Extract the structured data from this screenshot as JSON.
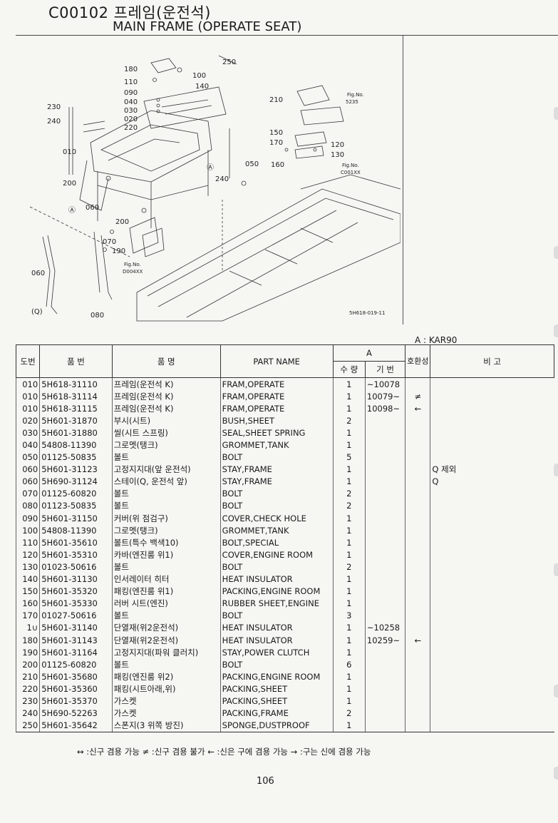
{
  "header": {
    "code_title": "C00102  프레임(운전석)",
    "sub_title": "MAIN FRAME (OPERATE SEAT)"
  },
  "figure": {
    "callouts": [
      "180",
      "110",
      "090",
      "040",
      "030",
      "020",
      "220",
      "230",
      "240",
      "010",
      "200",
      "060",
      "070",
      "190",
      "100",
      "140",
      "250",
      "210",
      "150",
      "170",
      "160",
      "120",
      "130",
      "050",
      "240",
      "200",
      "080"
    ],
    "circle_a": "A",
    "q_label": "(Q)",
    "fig_refs": [
      "Fig.No. 5235",
      "Fig.No. C001XX",
      "Fig.No. D004XX"
    ],
    "drawing_no": "5H618-019-11"
  },
  "applicability": "A : KAR90",
  "table": {
    "headers": {
      "no": "도번",
      "part_no": "품    번",
      "name_kr": "품        명",
      "name_en": "PART  NAME",
      "group_a": "A",
      "qty": "수 량",
      "serial": "기 번",
      "compat": "호환성",
      "remarks": "비        고"
    },
    "rows": [
      {
        "no": "010",
        "part_no": "5H618-31110",
        "name_kr": "프레임(운전석 K)",
        "name_en": "FRAM,OPERATE",
        "qty": "1",
        "serial": "~10078",
        "compat": "",
        "remarks": ""
      },
      {
        "no": "010",
        "part_no": "5H618-31114",
        "name_kr": "프레임(운전석 K)",
        "name_en": "FRAM,OPERATE",
        "qty": "1",
        "serial": "10079~",
        "compat": "≠",
        "remarks": ""
      },
      {
        "no": "010",
        "part_no": "5H618-31115",
        "name_kr": "프레임(운전석 K)",
        "name_en": "FRAM,OPERATE",
        "qty": "1",
        "serial": "10098~",
        "compat": "←",
        "remarks": ""
      },
      {
        "no": "020",
        "part_no": "5H601-31870",
        "name_kr": "부시(시트)",
        "name_en": "BUSH,SHEET",
        "qty": "2",
        "serial": "",
        "compat": "",
        "remarks": ""
      },
      {
        "no": "030",
        "part_no": "5H601-31880",
        "name_kr": "씰(시트 스프링)",
        "name_en": "SEAL,SHEET SPRING",
        "qty": "1",
        "serial": "",
        "compat": "",
        "remarks": ""
      },
      {
        "no": "040",
        "part_no": "54808-11390",
        "name_kr": "그로멧(탱크)",
        "name_en": "GROMMET,TANK",
        "qty": "1",
        "serial": "",
        "compat": "",
        "remarks": ""
      },
      {
        "no": "050",
        "part_no": "01125-50835",
        "name_kr": "볼트",
        "name_en": "BOLT",
        "qty": "5",
        "serial": "",
        "compat": "",
        "remarks": ""
      },
      {
        "no": "060",
        "part_no": "5H601-31123",
        "name_kr": "고정지지대(앞 운전석)",
        "name_en": "STAY,FRAME",
        "qty": "1",
        "serial": "",
        "compat": "",
        "remarks": "Q 제외"
      },
      {
        "no": "060",
        "part_no": "5H690-31124",
        "name_kr": "스테이(Q, 운전석 앞)",
        "name_en": "STAY,FRAME",
        "qty": "1",
        "serial": "",
        "compat": "",
        "remarks": "Q"
      },
      {
        "no": "070",
        "part_no": "01125-60820",
        "name_kr": "볼트",
        "name_en": "BOLT",
        "qty": "2",
        "serial": "",
        "compat": "",
        "remarks": ""
      },
      {
        "no": "080",
        "part_no": "01123-50835",
        "name_kr": "볼트",
        "name_en": "BOLT",
        "qty": "2",
        "serial": "",
        "compat": "",
        "remarks": ""
      },
      {
        "no": "090",
        "part_no": "5H601-31150",
        "name_kr": "커버(위 점검구)",
        "name_en": "COVER,CHECK HOLE",
        "qty": "1",
        "serial": "",
        "compat": "",
        "remarks": ""
      },
      {
        "no": "100",
        "part_no": "54808-11390",
        "name_kr": "그로멧(탱크)",
        "name_en": "GROMMET,TANK",
        "qty": "1",
        "serial": "",
        "compat": "",
        "remarks": ""
      },
      {
        "no": "110",
        "part_no": "5H601-35610",
        "name_kr": "볼트(특수 백색10)",
        "name_en": "BOLT,SPECIAL",
        "qty": "1",
        "serial": "",
        "compat": "",
        "remarks": ""
      },
      {
        "no": "120",
        "part_no": "5H601-35310",
        "name_kr": "카바(엔진룸 위1)",
        "name_en": "COVER,ENGINE ROOM",
        "qty": "1",
        "serial": "",
        "compat": "",
        "remarks": ""
      },
      {
        "no": "130",
        "part_no": "01023-50616",
        "name_kr": "볼트",
        "name_en": "BOLT",
        "qty": "2",
        "serial": "",
        "compat": "",
        "remarks": ""
      },
      {
        "no": "140",
        "part_no": "5H601-31130",
        "name_kr": "인서레이터 히터",
        "name_en": "HEAT INSULATOR",
        "qty": "1",
        "serial": "",
        "compat": "",
        "remarks": ""
      },
      {
        "no": "150",
        "part_no": "5H601-35320",
        "name_kr": "패킹(엔진룸 위1)",
        "name_en": "PACKING,ENGINE ROOM",
        "qty": "1",
        "serial": "",
        "compat": "",
        "remarks": ""
      },
      {
        "no": "160",
        "part_no": "5H601-35330",
        "name_kr": "러버 시트(엔진)",
        "name_en": "RUBBER SHEET,ENGINE",
        "qty": "1",
        "serial": "",
        "compat": "",
        "remarks": ""
      },
      {
        "no": "170",
        "part_no": "01027-50616",
        "name_kr": "볼트",
        "name_en": "BOLT",
        "qty": "3",
        "serial": "",
        "compat": "",
        "remarks": ""
      },
      {
        "no": "1∪",
        "part_no": "5H601-31140",
        "name_kr": "단열재(위2운전석)",
        "name_en": "HEAT INSULATOR",
        "qty": "1",
        "serial": "~10258",
        "compat": "",
        "remarks": ""
      },
      {
        "no": "180",
        "part_no": "5H601-31143",
        "name_kr": "단열재(위2운전석)",
        "name_en": "HEAT INSULATOR",
        "qty": "1",
        "serial": "10259~",
        "compat": "←",
        "remarks": ""
      },
      {
        "no": "190",
        "part_no": "5H601-31164",
        "name_kr": "고정지지대(파워 클러치)",
        "name_en": "STAY,POWER CLUTCH",
        "qty": "1",
        "serial": "",
        "compat": "",
        "remarks": ""
      },
      {
        "no": "200",
        "part_no": "01125-60820",
        "name_kr": "볼트",
        "name_en": "BOLT",
        "qty": "6",
        "serial": "",
        "compat": "",
        "remarks": ""
      },
      {
        "no": "210",
        "part_no": "5H601-35680",
        "name_kr": "패킹(엔진룸 위2)",
        "name_en": "PACKING,ENGINE ROOM",
        "qty": "1",
        "serial": "",
        "compat": "",
        "remarks": ""
      },
      {
        "no": "220",
        "part_no": "5H601-35360",
        "name_kr": "패킹(시트아래,위)",
        "name_en": "PACKING,SHEET",
        "qty": "1",
        "serial": "",
        "compat": "",
        "remarks": ""
      },
      {
        "no": "230",
        "part_no": "5H601-35370",
        "name_kr": "가스켓",
        "name_en": "PACKING,SHEET",
        "qty": "1",
        "serial": "",
        "compat": "",
        "remarks": ""
      },
      {
        "no": "240",
        "part_no": "5H690-52263",
        "name_kr": "가스켓",
        "name_en": "PACKING,FRAME",
        "qty": "2",
        "serial": "",
        "compat": "",
        "remarks": ""
      },
      {
        "no": "250",
        "part_no": "5H601-35642",
        "name_kr": "스폰지(3 위쪽 방진)",
        "name_en": "SPONGE,DUSTPROOF",
        "qty": "1",
        "serial": "",
        "compat": "",
        "remarks": ""
      }
    ]
  },
  "legend": "↔ :신구 겸용 가능    ≠ :신구 겸용 불가    ← :신은 구에 겸용 가능    → :구는 신에 겸용 가능",
  "page_number": "106"
}
